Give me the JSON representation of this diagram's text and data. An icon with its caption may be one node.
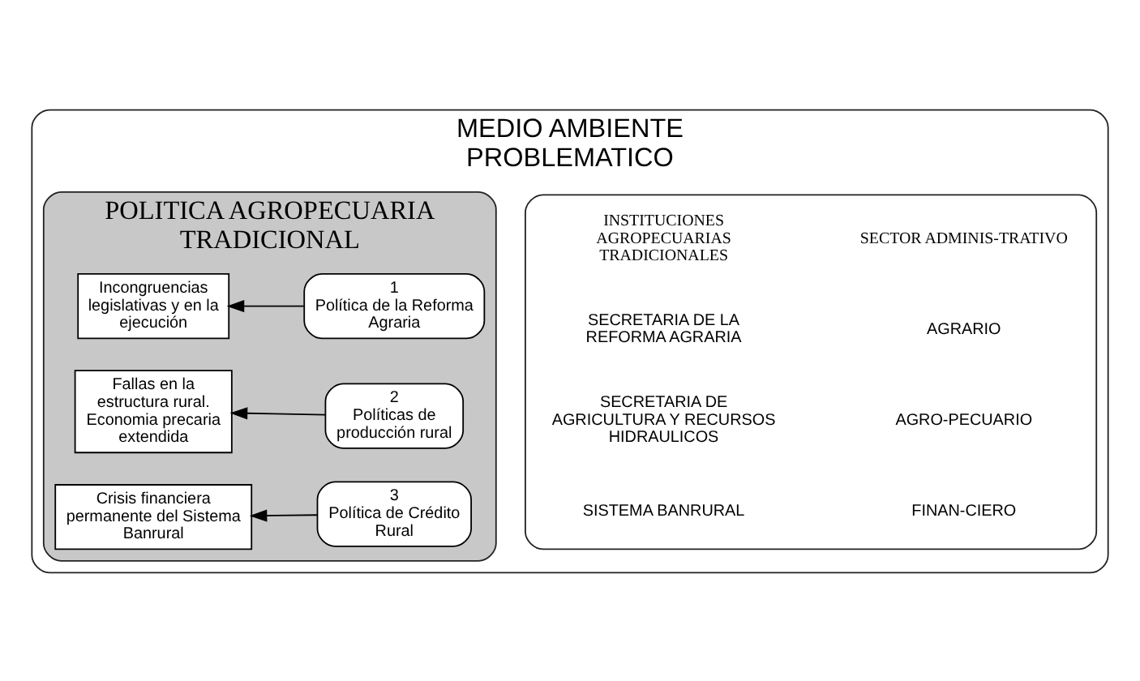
{
  "diagram": {
    "nodes": [
      {
        "text": [
          "MEDIO AMBIENTE",
          "PROBLEMATICO"
        ]
      },
      {
        "text": [
          "POLITICA AGROPECUARIA TRADICIONAL"
        ],
        "in": 0
      },
      {
        "text": [
          "Incongruencias legislativas y en la ejecución"
        ],
        "in": 1
      },
      {
        "text": [
          "Fallas en la estructura rural. Economia precaria extendida"
        ],
        "in": 1
      },
      {
        "text": [
          "Crisis financiera permanente del Sistema Banrural"
        ],
        "in": 1
      },
      {
        "text": [
          "1",
          "Política de la Reforma Agraria"
        ],
        "in": 1
      },
      {
        "text": [
          "2",
          "Políticas de producción rural"
        ],
        "in": 1
      },
      {
        "text": [
          "3",
          "Política de Crédito Rural"
        ],
        "in": 1
      },
      {
        "text": [],
        "shape": "box",
        "in": 0
      },
      {
        "text": [
          "INSTITUCIONES AGROPECUARIAS TRADICIONALES"
        ],
        "in": 8
      },
      {
        "text": [
          "SECTOR ADMINIS-TRATIVO"
        ],
        "in": 8
      },
      {
        "text": [
          "SECRETARIA DE LA REFORMA AGRARIA"
        ],
        "in": 8
      },
      {
        "text": [
          "AGRARIO"
        ],
        "in": 8
      },
      {
        "text": [
          "SECRETARIA DE AGRICULTURA Y RECURSOS HIDRAULICOS"
        ],
        "in": 8
      },
      {
        "text": [
          "AGRO-PECUARIO"
        ],
        "in": 8
      },
      {
        "text": [
          "SISTEMA BANRURAL"
        ],
        "in": 8
      },
      {
        "text": [
          "FINAN-CIERO"
        ],
        "in": 8
      }
    ],
    "edges": [
      {
        "from": 5,
        "to": 2,
        "arrow": "to"
      },
      {
        "from": 6,
        "to": 3,
        "arrow": "to"
      },
      {
        "from": 7,
        "to": 4,
        "arrow": "to"
      }
    ]
  }
}
